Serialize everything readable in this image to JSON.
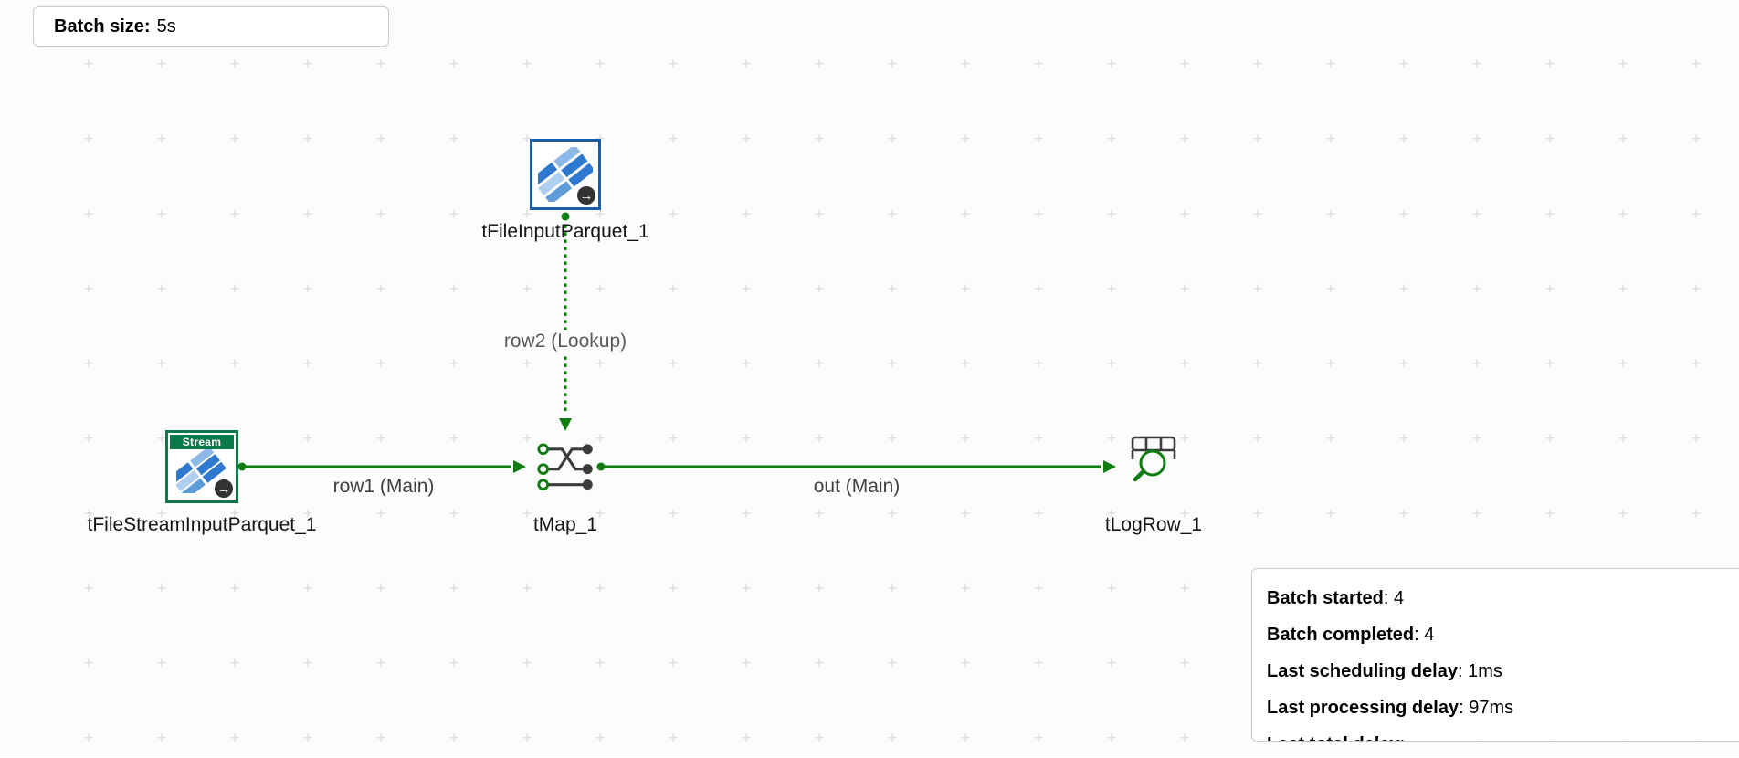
{
  "overlays": {
    "batch_size": {
      "label": "Batch size:",
      "value": "5s"
    },
    "stats": {
      "sep": ": ",
      "lines": [
        {
          "label": "Batch started",
          "value": "4"
        },
        {
          "label": "Batch completed",
          "value": "4"
        },
        {
          "label": "Last scheduling delay",
          "value": "1ms"
        },
        {
          "label": "Last processing delay",
          "value": "97ms"
        },
        {
          "label": "Last total delay",
          "value": ""
        }
      ]
    }
  },
  "components": [
    {
      "label": "tFileInputParquet_1",
      "type": "tFileInputParquet"
    },
    {
      "label": "tFileStreamInputParquet_1",
      "type": "tFileStreamInputParquet",
      "badge": "Stream"
    },
    {
      "label": "tMap_1",
      "type": "tMap"
    },
    {
      "label": "tLogRow_1",
      "type": "tLogRow"
    }
  ],
  "connections": [
    {
      "label": "row1 (Main)",
      "kind": "main",
      "style": "solid"
    },
    {
      "label": "row2 (Lookup)",
      "kind": "lookup",
      "style": "dotted"
    },
    {
      "label": "out (Main)",
      "kind": "main",
      "style": "solid"
    }
  ],
  "colors": {
    "connection_green": "#0e7d10",
    "parquet_blue": "#1a5dab",
    "stream_green": "#0c7b4c",
    "stripe_blue": "#2e79cf",
    "icon_dark": "#3c3c3c",
    "grid_mark": "#dcdcdc"
  }
}
